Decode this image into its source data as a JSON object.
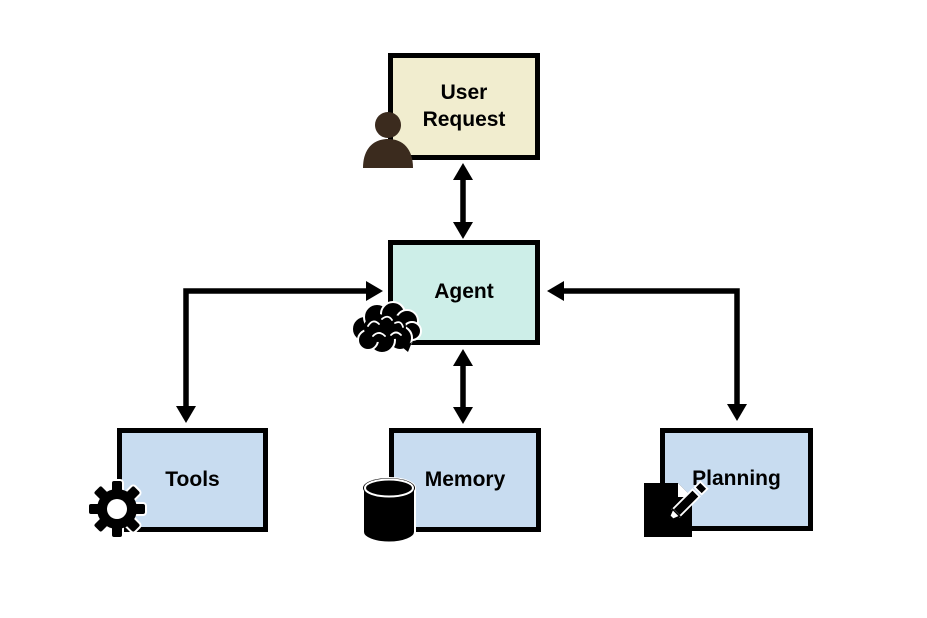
{
  "diagram": {
    "nodes": [
      {
        "id": "user-request",
        "label": "User Request",
        "icon": "person-icon",
        "fill": "#f1edcf"
      },
      {
        "id": "agent",
        "label": "Agent",
        "icon": "brain-icon",
        "fill": "#cdeee8"
      },
      {
        "id": "tools",
        "label": "Tools",
        "icon": "gear-icon",
        "fill": "#c8dcf0"
      },
      {
        "id": "memory",
        "label": "Memory",
        "icon": "database-icon",
        "fill": "#c8dcf0"
      },
      {
        "id": "planning",
        "label": "Planning",
        "icon": "document-pencil-icon",
        "fill": "#c8dcf0"
      }
    ],
    "connectors": [
      {
        "from": "user-request",
        "to": "agent",
        "direction": "bidirectional",
        "shape": "straight-vertical"
      },
      {
        "from": "agent",
        "to": "memory",
        "direction": "bidirectional",
        "shape": "straight-vertical"
      },
      {
        "from": "agent",
        "to": "tools",
        "direction": "bidirectional",
        "shape": "elbow"
      },
      {
        "from": "agent",
        "to": "planning",
        "direction": "bidirectional",
        "shape": "elbow"
      }
    ]
  },
  "colors": {
    "background": "#ffffff",
    "border": "#000000",
    "text": "#000000",
    "icon": "#000000",
    "person_icon": "#3b2b1e",
    "user_request_fill": "#f1edcf",
    "agent_fill": "#cdeee8",
    "component_fill": "#c8dcf0"
  }
}
